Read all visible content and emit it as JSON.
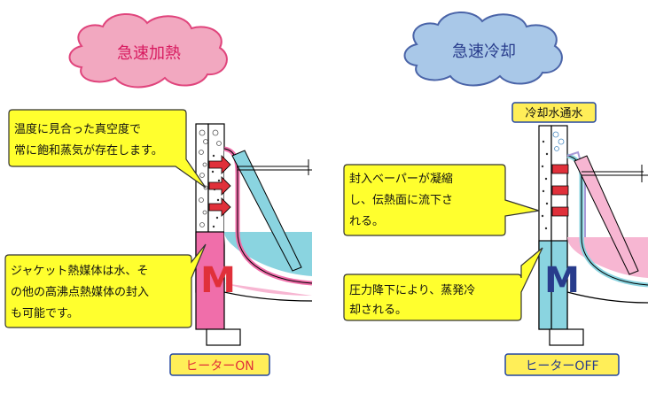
{
  "heating": {
    "title": "急速加熱",
    "callout_top": [
      "温度に見合った真空度で",
      "常に飽和蒸気が存在します。"
    ],
    "callout_bottom": [
      "ジャケット熱媒体は水、そ",
      "の他の高沸点熱媒体の封入",
      "も可能です。"
    ],
    "motor_letter": "M",
    "status_label": "ヒーターON"
  },
  "cooling": {
    "title": "急速冷却",
    "water_label": "冷却水通水",
    "callout_top": [
      "封入ベーパーが凝縮",
      "し、伝熱面に流下さ",
      "れる。"
    ],
    "callout_bottom": [
      "圧力降下により、蒸発冷",
      "却される。"
    ],
    "motor_letter": "M",
    "status_label": "ヒーターOFF"
  },
  "colors": {
    "heating_cloud": "#f2a8c0",
    "heating_cloud_border": "#e0447c",
    "heating_title": "#d81b60",
    "cooling_cloud": "#a9c8e8",
    "cooling_cloud_border": "#4a64a8",
    "cooling_title": "#283c8c",
    "callout_fill": "#ffff2e",
    "label_fill": "#ffee58",
    "label_border": "#2346a0",
    "pink": "#f06eaa",
    "pink_light": "#f7b6d2",
    "cyan": "#8ad4e0",
    "red_arrow": "#e0303a",
    "lining": "#a89ad8"
  }
}
